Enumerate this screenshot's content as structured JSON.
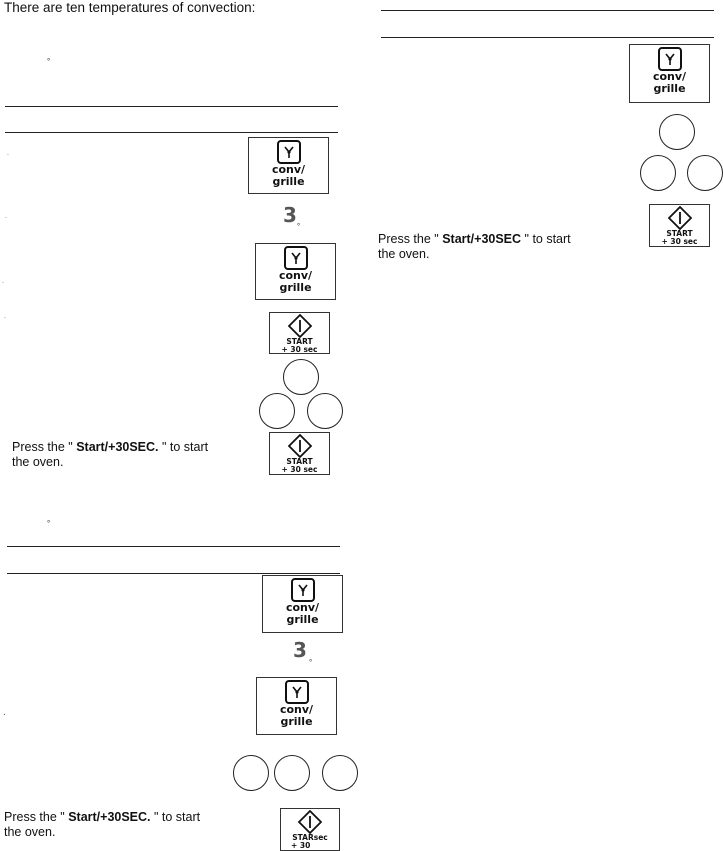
{
  "intro": "There are ten temperatures of convection:",
  "degree_mark": "°",
  "buttons": {
    "conv_line1": "conv/",
    "conv_line2": "grille",
    "start_line1": "START",
    "start_line2": "+ 30 sec",
    "start_overlap_line1": "STARsec",
    "start_overlap_line2": "+ 30"
  },
  "digit": "3",
  "press": {
    "a": {
      "pre": "Press the \" ",
      "bold": "Start/+30SEC. ",
      "post": "\"       to start",
      "line2": "the oven."
    },
    "b": {
      "pre": "Press the \" ",
      "bold": "Start/+30SEC. ",
      "post": "\"       to start",
      "line2": "the oven."
    },
    "c": {
      "pre": "Press the \" ",
      "bold": "Start/+30SEC   ",
      "post": "\"       to start",
      "line2": "the oven."
    }
  }
}
